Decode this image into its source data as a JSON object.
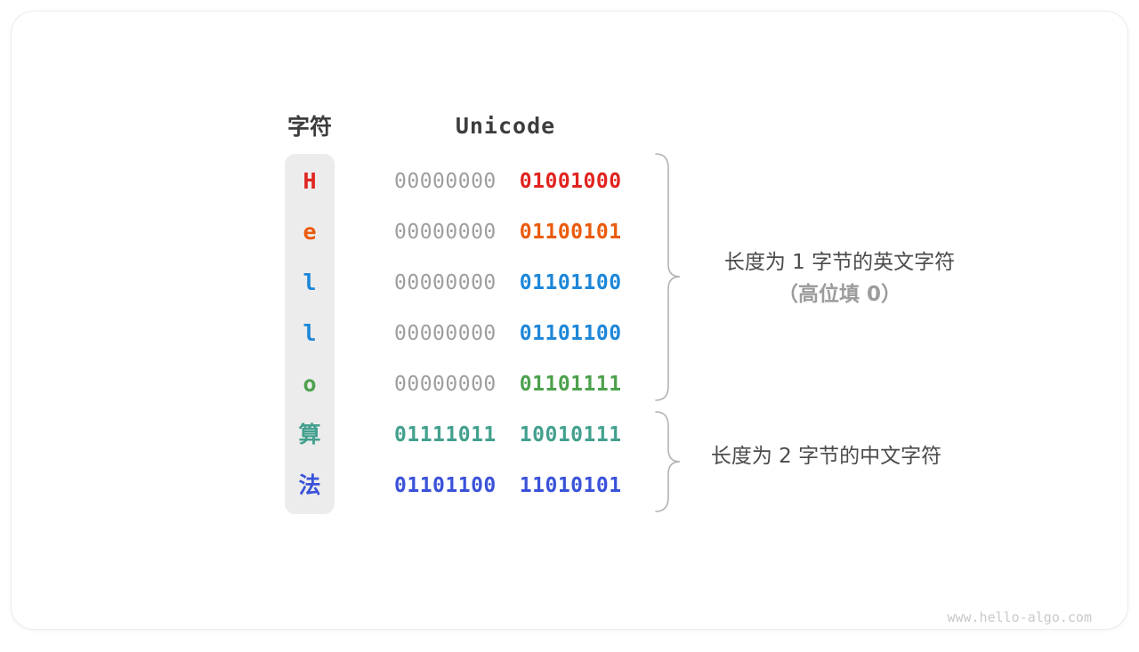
{
  "header": {
    "char_col": "字符",
    "unicode_col": "Unicode"
  },
  "rows": [
    {
      "char": "H",
      "byte1": "00000000",
      "byte2": "01001000",
      "char_color": "#e0241f",
      "byte1_color": "#9e9e9e",
      "byte2_color": "#e0241f"
    },
    {
      "char": "e",
      "byte1": "00000000",
      "byte2": "01100101",
      "char_color": "#ea5b0c",
      "byte1_color": "#9e9e9e",
      "byte2_color": "#ea5b0c"
    },
    {
      "char": "l",
      "byte1": "00000000",
      "byte2": "01101100",
      "char_color": "#1e87d8",
      "byte1_color": "#9e9e9e",
      "byte2_color": "#1e87d8"
    },
    {
      "char": "l",
      "byte1": "00000000",
      "byte2": "01101100",
      "char_color": "#1e87d8",
      "byte1_color": "#9e9e9e",
      "byte2_color": "#1e87d8"
    },
    {
      "char": "o",
      "byte1": "00000000",
      "byte2": "01101111",
      "char_color": "#4da14d",
      "byte1_color": "#9e9e9e",
      "byte2_color": "#4da14d"
    },
    {
      "char": "算",
      "byte1": "01111011",
      "byte2": "10010111",
      "char_color": "#43a08e",
      "byte1_color": "#43a08e",
      "byte2_color": "#43a08e"
    },
    {
      "char": "法",
      "byte1": "01101100",
      "byte2": "11010101",
      "char_color": "#3a52d9",
      "byte1_color": "#3a52d9",
      "byte2_color": "#3a52d9"
    }
  ],
  "annotations": {
    "english_line1": "长度为 1 字节的英文字符",
    "english_line2": "（高位填 0）",
    "chinese_line1": "长度为 2 字节的中文字符"
  },
  "colors": {
    "gray_byte": "#9e9e9e",
    "char_column_bg": "#ececec",
    "brace": "#b3b3b3",
    "annotation_primary": "#4b4b4b",
    "annotation_secondary": "#9c9c9c",
    "header_text": "#3d3d3d",
    "watermark": "#c9c9c9"
  },
  "watermark": "www.hello-algo.com"
}
